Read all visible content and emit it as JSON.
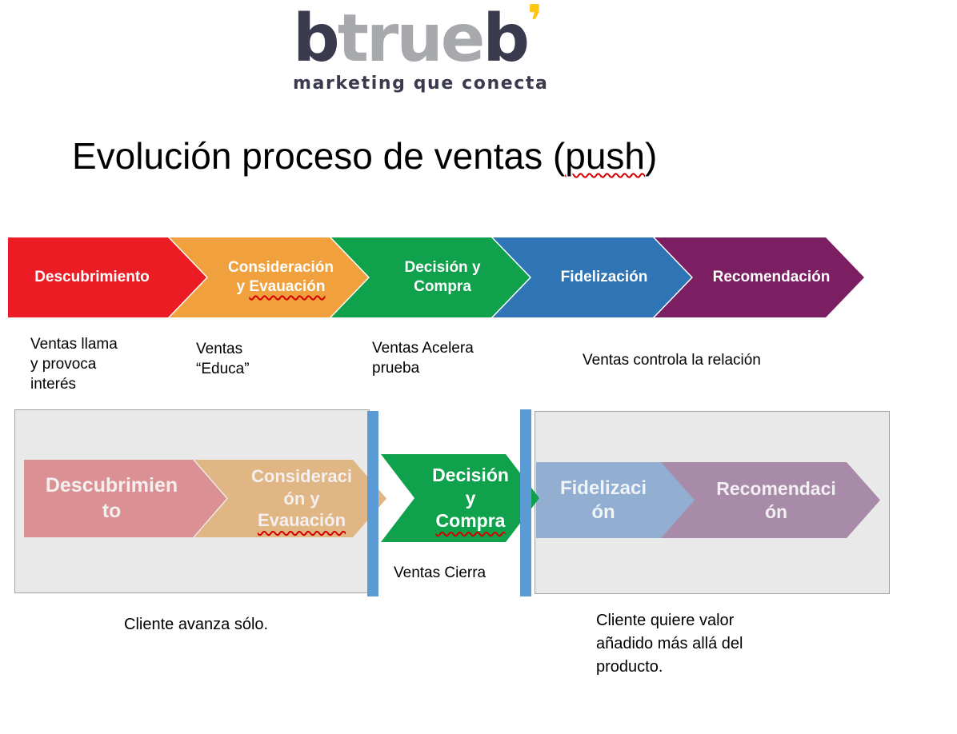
{
  "logo": {
    "b1": "b",
    "mid": "true",
    "b2": "b",
    "mark": "❜",
    "tagline": "marketing que conecta",
    "dark_color": "#3a3a4e",
    "gray_color": "#a7a9ac",
    "yellow": "#ffc510"
  },
  "title": {
    "pre": "Evolución proceso de ventas (",
    "wavy": "push",
    "post": ")"
  },
  "process_row": {
    "stages": [
      {
        "label": "Descubrimiento",
        "color": "#ec1c24"
      },
      {
        "line1": "Consideración",
        "line2_pre": "y ",
        "line2_wavy": "Evauación",
        "color": "#f0a03c"
      },
      {
        "label": "Decisión y\nCompra",
        "color": "#0fa14b"
      },
      {
        "label": "Fidelización",
        "color": "#2f74b5"
      },
      {
        "label": "Recomendación",
        "color": "#7c1e62"
      }
    ],
    "annotations": [
      "Ventas llama\ny provoca\ninterés",
      "Ventas\n“Educa”",
      "Ventas Acelera\nprueba",
      "Ventas controla la relación"
    ]
  },
  "evolution_row": {
    "left_group": {
      "stage1": {
        "label": "Descubrimien\nto",
        "color": "#db9094"
      },
      "stage2": {
        "line1": "Consideraci",
        "line2": "ón y",
        "wavy": "Evauación",
        "color": "#dfb684"
      },
      "caption": "Cliente avanza sólo."
    },
    "center": {
      "line1": "Decisión",
      "line2": "y",
      "wavy": "Compra",
      "color": "#0fa14b",
      "bar_color": "#5b9bd5",
      "caption": "Ventas Cierra"
    },
    "right_group": {
      "stage1": {
        "label": "Fidelizaci\nón",
        "color": "#92afd2"
      },
      "stage2": {
        "label": "Recomendaci\nón",
        "color": "#a88ba8"
      },
      "caption": "Cliente quiere valor\nañadido más allá del\nproducto."
    }
  }
}
